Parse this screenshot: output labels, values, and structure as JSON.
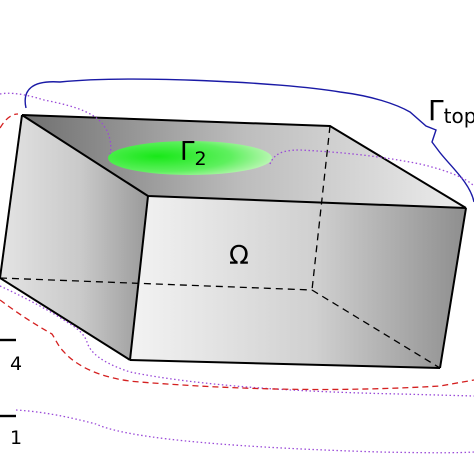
{
  "labels": {
    "gamma_top": {
      "base": "Γ",
      "sub": "top"
    },
    "gamma_2": {
      "base": "Γ",
      "sub": "2"
    },
    "omega": "Ω",
    "gamma_4_sub": "4",
    "gamma_1_sub": "1"
  },
  "colors": {
    "edge": "#000000",
    "gamma_top_curve": "#1a1aa6",
    "gamma_2_patch": "#22e022",
    "gamma_4_curve": "#d42020",
    "gamma_1_curve": "#9a4ad8"
  }
}
